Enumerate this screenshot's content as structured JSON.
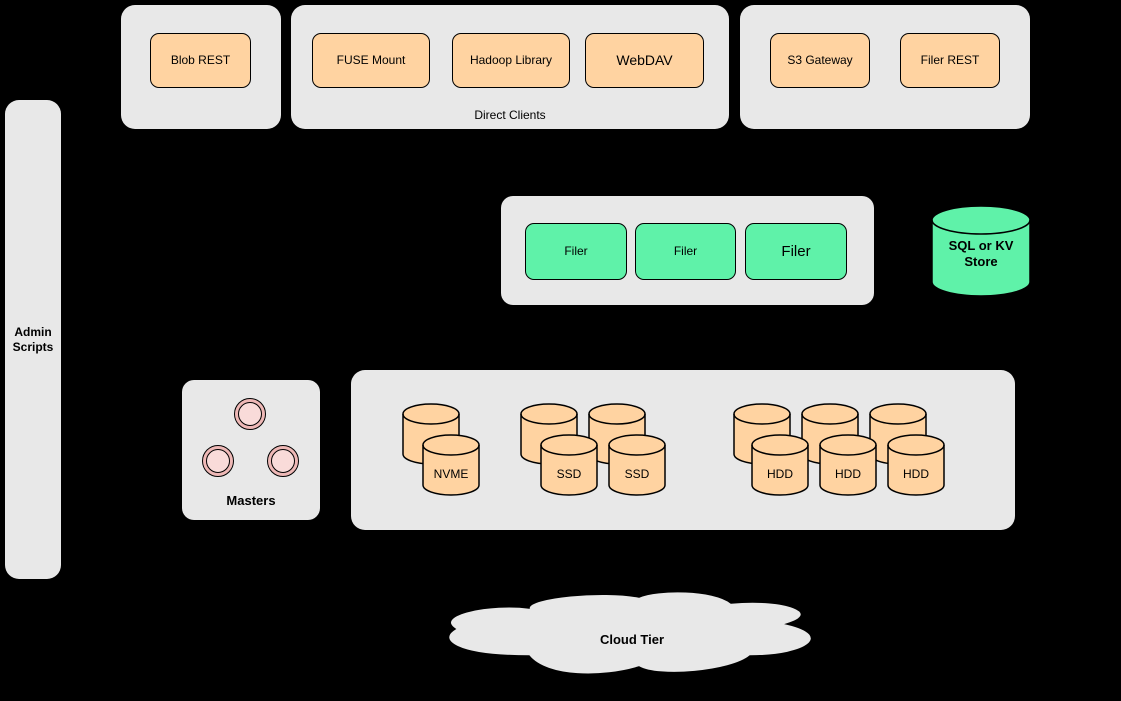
{
  "colors": {
    "bg": "#000000",
    "panel": "#e8e8e8",
    "orange": "#ffd3a1",
    "green": "#5ff2a9",
    "pink": "#eeb8b6",
    "pink-light": "#f9dbd9"
  },
  "admin_panel": {
    "label": "Admin Scripts"
  },
  "blob_box": {
    "buttons": [
      {
        "label": "Blob REST"
      }
    ]
  },
  "clients_box": {
    "caption": "Direct Clients",
    "buttons": [
      {
        "label": "FUSE Mount"
      },
      {
        "label": "Hadoop Library"
      },
      {
        "label": "WebDAV"
      }
    ]
  },
  "gateway_box": {
    "buttons": [
      {
        "label": "S3 Gateway"
      },
      {
        "label": "Filer REST"
      }
    ]
  },
  "filer_box": {
    "buttons": [
      {
        "label": "Filer"
      },
      {
        "label": "Filer"
      },
      {
        "label": "Filer"
      }
    ]
  },
  "store": {
    "label": "SQL or KV Store"
  },
  "masters": {
    "label": "Masters"
  },
  "volumes": {
    "nvme": {
      "label": "NVME"
    },
    "ssd": {
      "labels": [
        "SSD",
        "SSD"
      ]
    },
    "hdd": {
      "labels": [
        "HDD",
        "HDD",
        "HDD"
      ]
    }
  },
  "cloud": {
    "label": "Cloud Tier"
  }
}
